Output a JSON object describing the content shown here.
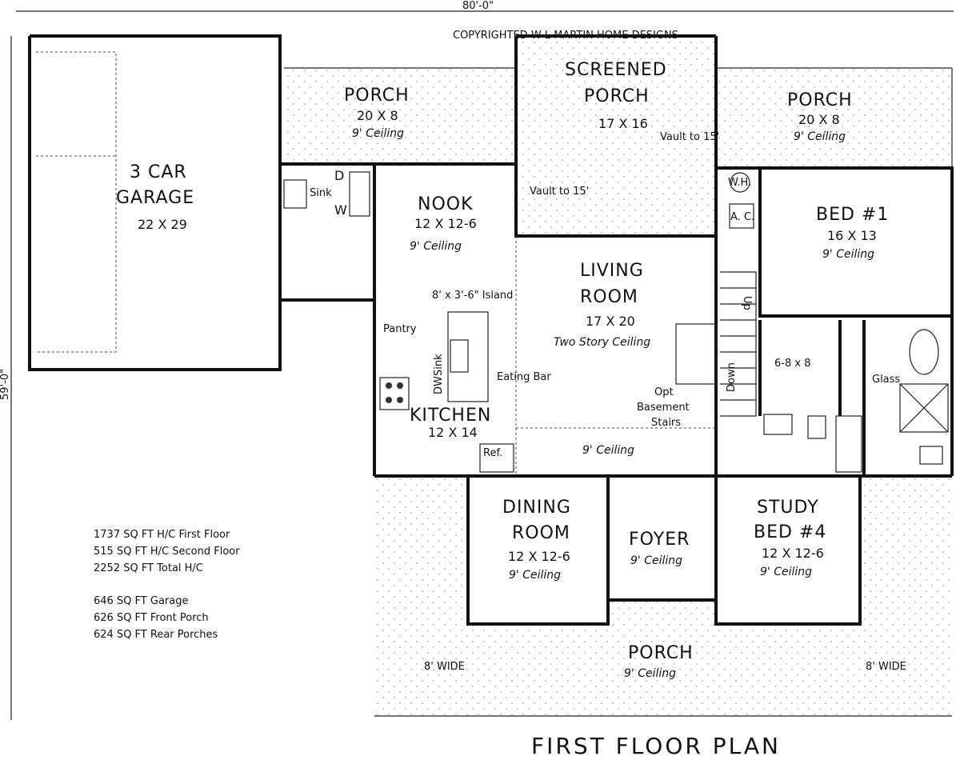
{
  "dimensions": {
    "width": "80'-0\"",
    "depth": "59'-0\""
  },
  "copyright": "COPYRIGHTED W L MARTIN HOME DESIGNS",
  "rooms": {
    "garage": {
      "name1": "3 CAR",
      "name2": "GARAGE",
      "size": "22 X 29"
    },
    "porch_left": {
      "name": "PORCH",
      "size": "20 X 8",
      "ceiling": "9' Ceiling"
    },
    "screened_porch": {
      "name1": "SCREENED",
      "name2": "PORCH",
      "size": "17 X 16",
      "vault_right": "Vault to 15'",
      "vault_left": "Vault to 15'"
    },
    "porch_right": {
      "name": "PORCH",
      "size": "20 X 8",
      "ceiling": "9' Ceiling"
    },
    "laundry": {
      "sink": "Sink",
      "dryer": "D",
      "washer": "W"
    },
    "utility": {
      "water_heater": "W.H.",
      "ac": "A. C."
    },
    "nook": {
      "name": "NOOK",
      "size": "12 X 12-6",
      "ceiling": "9' Ceiling"
    },
    "bed1": {
      "name": "BED #1",
      "size": "16 X 13",
      "ceiling": "9' Ceiling"
    },
    "living": {
      "name1": "LIVING",
      "name2": "ROOM",
      "size": "17 X 20",
      "ceiling": "Two Story Ceiling"
    },
    "kitchen": {
      "name": "KITCHEN",
      "size": "12 X 14",
      "island": "8' x 3'-6\" Island",
      "pantry": "Pantry",
      "dw": "DW",
      "sink": "Sink",
      "eating_bar": "Eating Bar",
      "ref": "Ref."
    },
    "stairs": {
      "up": "Up",
      "down": "Down",
      "opt1": "Opt",
      "opt2": "Basement",
      "opt3": "Stairs"
    },
    "closet": {
      "size": "6-8 x 8"
    },
    "bath": {
      "glass": "Glass"
    },
    "hall": {
      "ceiling": "9' Ceiling"
    },
    "dining": {
      "name1": "DINING",
      "name2": "ROOM",
      "size": "12 X 12-6",
      "ceiling": "9' Ceiling"
    },
    "foyer": {
      "name": "FOYER",
      "ceiling": "9' Ceiling"
    },
    "study": {
      "name1": "STUDY",
      "name2": "BED #4",
      "size": "12 X 12-6",
      "ceiling": "9' Ceiling"
    },
    "front_porch": {
      "name": "PORCH",
      "ceiling": "9' Ceiling",
      "left_width": "8' WIDE",
      "right_width": "8' WIDE"
    }
  },
  "stats": [
    "1737 SQ FT H/C First Floor",
    "515 SQ FT H/C Second Floor",
    "2252 SQ FT Total H/C",
    "646 SQ FT Garage",
    "626 SQ FT Front Porch",
    "624 SQ FT Rear Porches"
  ],
  "title": "FIRST FLOOR PLAN"
}
